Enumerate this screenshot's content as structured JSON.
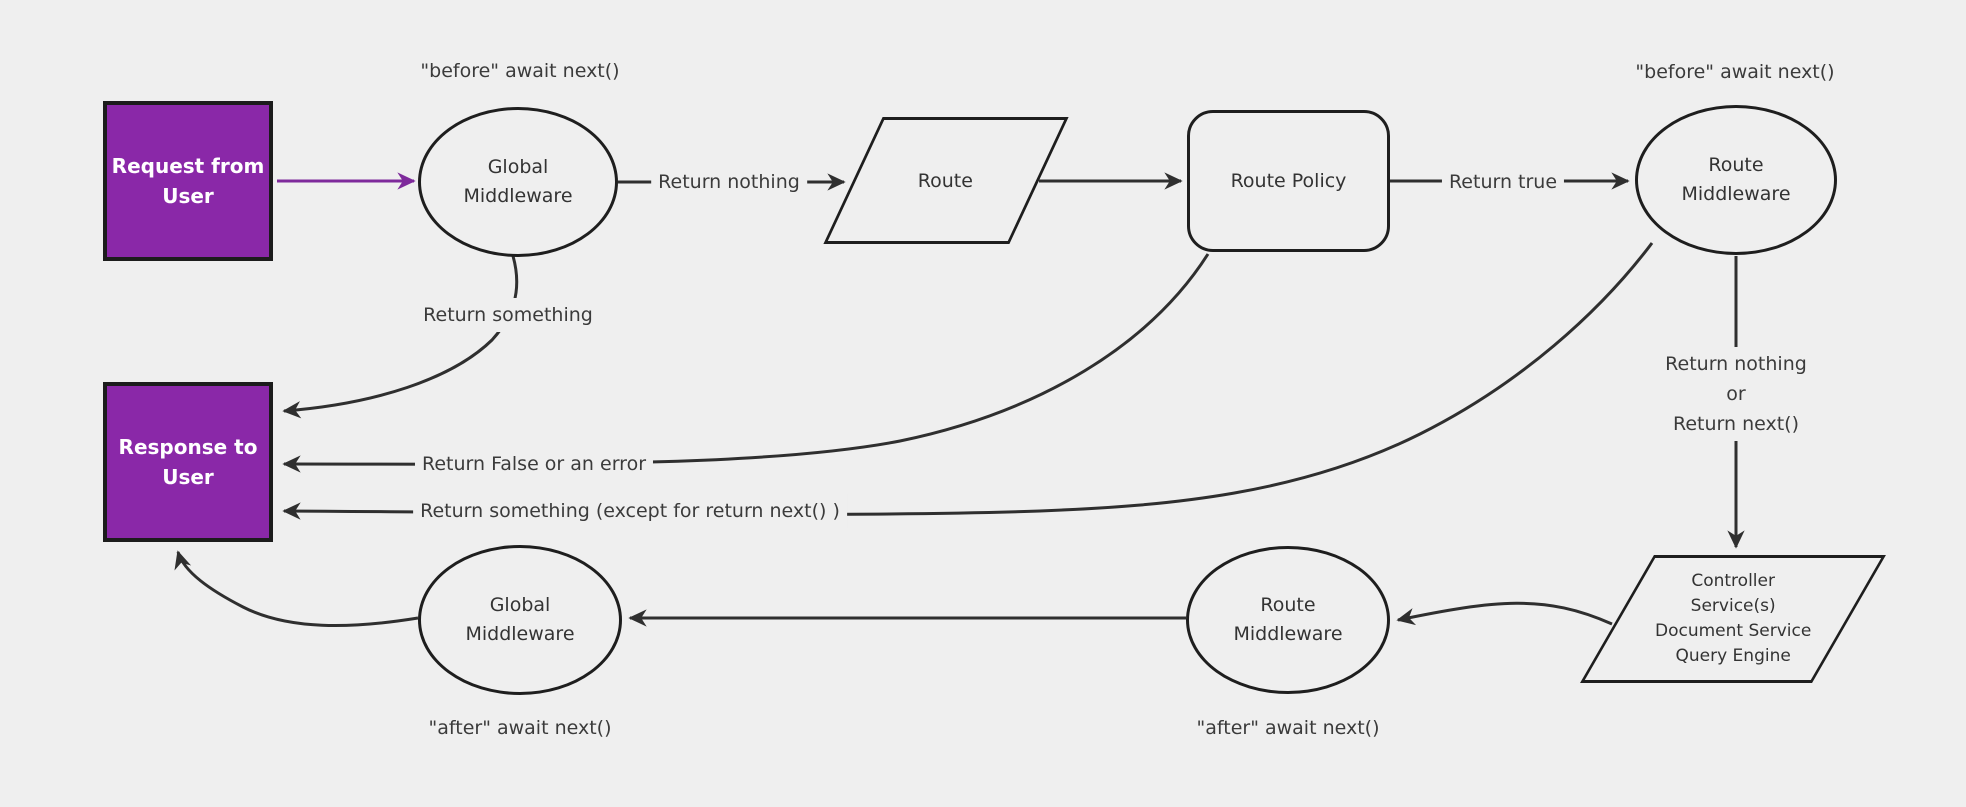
{
  "diagram": {
    "title_hint": "request-response middleware lifecycle flowchart",
    "colors": {
      "background": "#efefef",
      "accent_purple_fill": "#8a28a8",
      "accent_purple_arrow": "#7e2a9b",
      "node_border": "#1e1e1e",
      "edge": "#2f2f2f",
      "label_text": "#3b3b3b",
      "node_text": "#333333",
      "purple_box_text": "#ffffff"
    },
    "nodes": {
      "request": {
        "line1": "Request from",
        "line2": "User"
      },
      "global_middleware_top": {
        "line1": "Global",
        "line2": "Middleware"
      },
      "route": {
        "label": "Route"
      },
      "route_policy": {
        "label": "Route Policy"
      },
      "route_middleware_top": {
        "line1": "Route",
        "line2": "Middleware"
      },
      "response": {
        "line1": "Response to",
        "line2": "User"
      },
      "controller": {
        "line1": "Controller",
        "line2": "Service(s)",
        "line3": "Document Service",
        "line4": "Query Engine"
      },
      "route_middleware_bottom": {
        "line1": "Route",
        "line2": "Middleware"
      },
      "global_middleware_bottom": {
        "line1": "Global",
        "line2": "Middleware"
      }
    },
    "labels": {
      "before_await_global": "\"before\" await next()",
      "before_await_route": "\"before\" await next()",
      "return_nothing": "Return nothing",
      "return_true": "Return true",
      "return_something": "Return something",
      "return_false_or_error": "Return False or an error",
      "return_something_except": "Return something (except for return next() )",
      "return_nothing_or": {
        "line1": "Return nothing",
        "line2": "or",
        "line3": "Return next()"
      },
      "after_await_route": "\"after\" await next()",
      "after_await_global": "\"after\" await next()"
    }
  }
}
